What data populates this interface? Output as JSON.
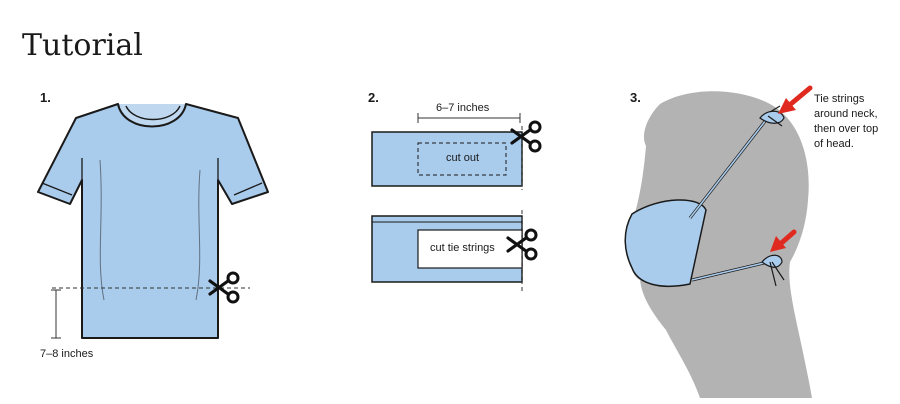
{
  "title": "Tutorial",
  "steps": [
    {
      "number": "1.",
      "measure": "7–8 inches"
    },
    {
      "number": "2.",
      "measure": "6–7 inches",
      "cut_out": "cut out",
      "cut_strings": "cut tie strings"
    },
    {
      "number": "3.",
      "note_lines": [
        "Tie strings",
        "around neck,",
        "then over top",
        "of head."
      ]
    }
  ],
  "icons": [
    "tshirt-icon",
    "scissors-icon",
    "fabric-strip-icon",
    "head-silhouette-icon",
    "face-mask-icon",
    "arrow-icon"
  ],
  "colors": {
    "fabric": "#a9cbec",
    "outline": "#1a1a1a",
    "silhouette": "#b3b3b3",
    "arrow": "#e02a1f"
  }
}
